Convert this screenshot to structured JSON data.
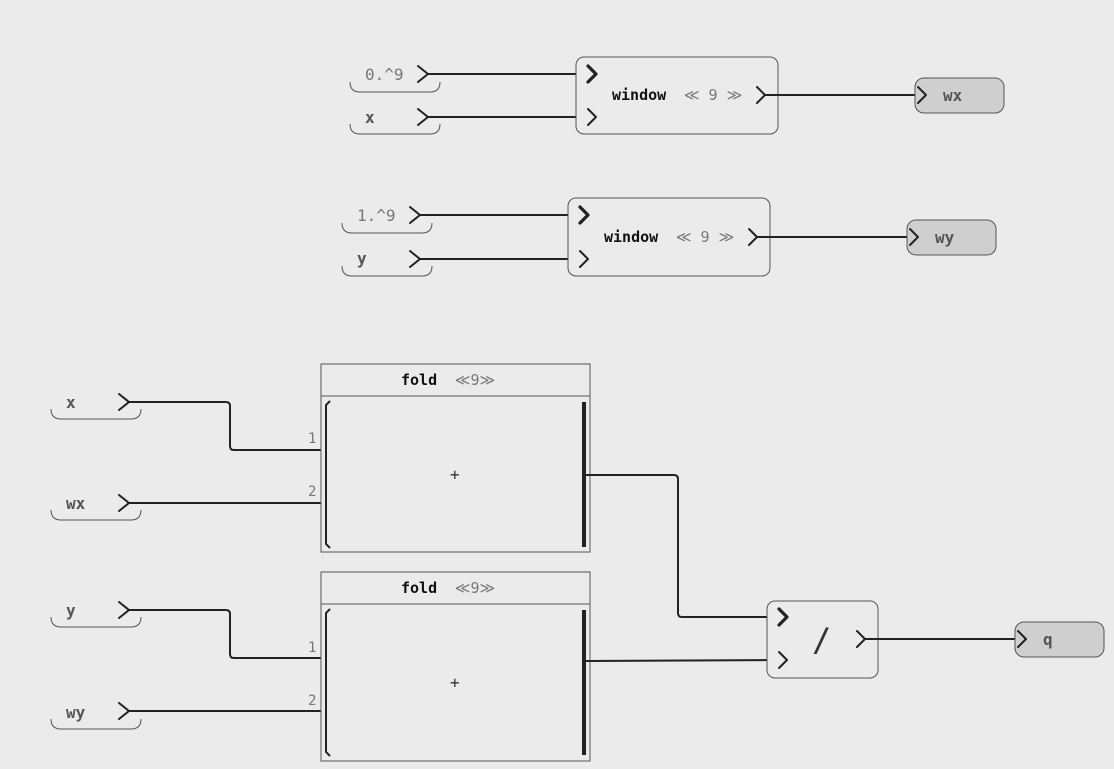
{
  "window_1": {
    "inputs": [
      "0.^9",
      "x"
    ],
    "fn": "window",
    "arg": "≪ 9 ≫",
    "output": "wx"
  },
  "window_2": {
    "inputs": [
      "1.^9",
      "y"
    ],
    "fn": "window",
    "arg": "≪ 9 ≫",
    "output": "wy"
  },
  "fold_1": {
    "inputs": [
      "x",
      "wx"
    ],
    "fn": "fold",
    "arg": "≪9≫",
    "port_numbers": [
      "1",
      "2"
    ],
    "op": "+"
  },
  "fold_2": {
    "inputs": [
      "y",
      "wy"
    ],
    "fn": "fold",
    "arg": "≪9≫",
    "port_numbers": [
      "1",
      "2"
    ],
    "op": "+"
  },
  "divide": {
    "op": "/",
    "output": "q"
  }
}
